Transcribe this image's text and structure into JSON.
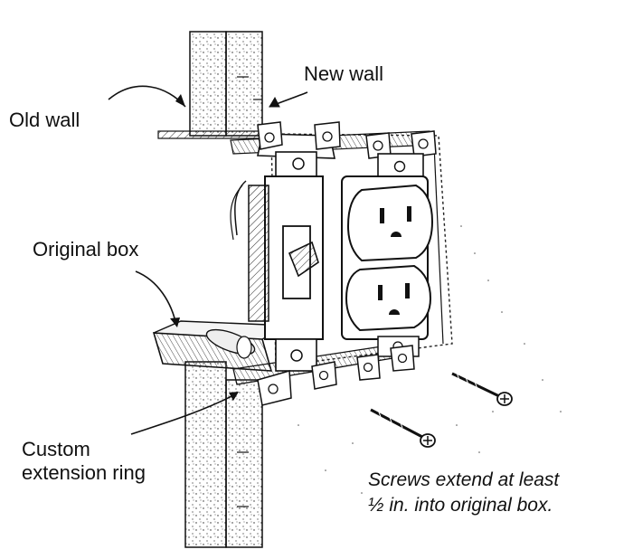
{
  "labels": {
    "old_wall": "Old wall",
    "new_wall": "New wall",
    "original_box": "Original box",
    "custom_extension_ring_line1": "Custom",
    "custom_extension_ring_line2": "extension ring",
    "screws_note_line1": "Screws extend at least",
    "screws_note_line2": "½ in. into original box."
  },
  "colors": {
    "ink": "#111111",
    "paper": "#ffffff"
  }
}
